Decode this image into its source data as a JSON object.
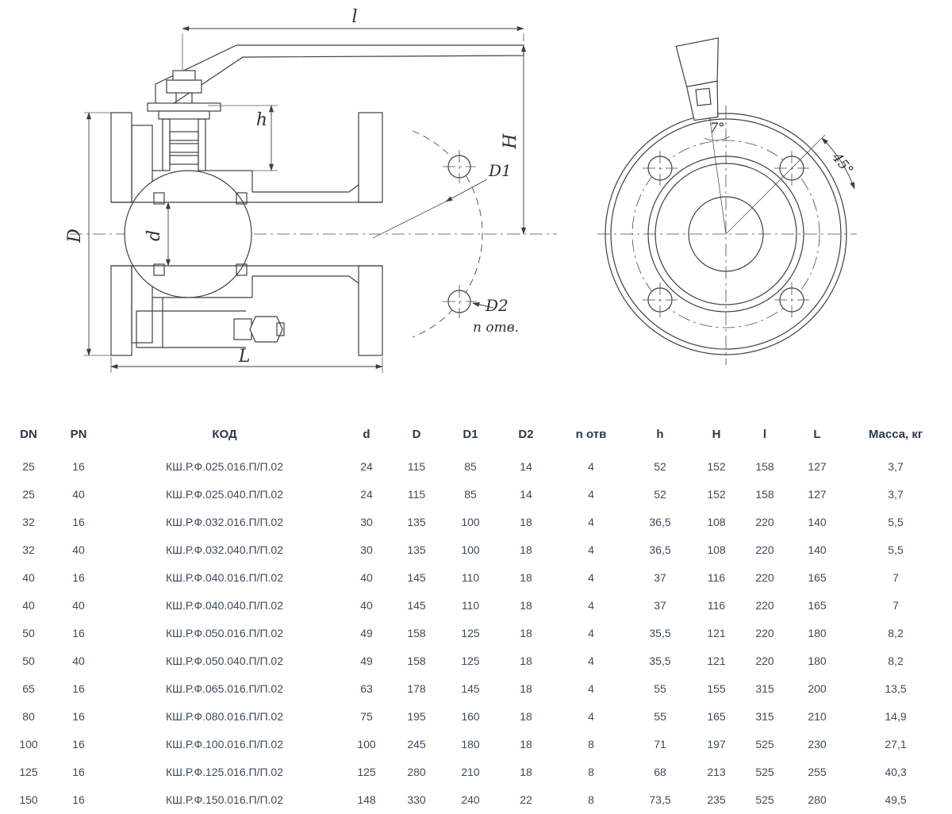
{
  "drawing": {
    "labels": {
      "l": "l",
      "h": "h",
      "H": "H",
      "D": "D",
      "d": "d",
      "D1": "D1",
      "D2": "D2",
      "n_holes": "n отв.",
      "L": "L",
      "angle7": "7°",
      "angle45": "45°"
    }
  },
  "table": {
    "headers": [
      "DN",
      "PN",
      "КОД",
      "d",
      "D",
      "D1",
      "D2",
      "n отв",
      "h",
      "H",
      "l",
      "L",
      "Масса, кг"
    ],
    "rows": [
      [
        "25",
        "16",
        "КШ.Р.Ф.025.016.П/П.02",
        "24",
        "115",
        "85",
        "14",
        "4",
        "52",
        "152",
        "158",
        "127",
        "3,7"
      ],
      [
        "25",
        "40",
        "КШ.Р.Ф.025.040.П/П.02",
        "24",
        "115",
        "85",
        "14",
        "4",
        "52",
        "152",
        "158",
        "127",
        "3,7"
      ],
      [
        "32",
        "16",
        "КШ.Р.Ф.032.016.П/П.02",
        "30",
        "135",
        "100",
        "18",
        "4",
        "36,5",
        "108",
        "220",
        "140",
        "5,5"
      ],
      [
        "32",
        "40",
        "КШ.Р.Ф.032.040.П/П.02",
        "30",
        "135",
        "100",
        "18",
        "4",
        "36,5",
        "108",
        "220",
        "140",
        "5,5"
      ],
      [
        "40",
        "16",
        "КШ.Р.Ф.040.016.П/П.02",
        "40",
        "145",
        "110",
        "18",
        "4",
        "37",
        "116",
        "220",
        "165",
        "7"
      ],
      [
        "40",
        "40",
        "КШ.Р.Ф.040.040.П/П.02",
        "40",
        "145",
        "110",
        "18",
        "4",
        "37",
        "116",
        "220",
        "165",
        "7"
      ],
      [
        "50",
        "16",
        "КШ.Р.Ф.050.016.П/П.02",
        "49",
        "158",
        "125",
        "18",
        "4",
        "35,5",
        "121",
        "220",
        "180",
        "8,2"
      ],
      [
        "50",
        "40",
        "КШ.Р.Ф.050.040.П/П.02",
        "49",
        "158",
        "125",
        "18",
        "4",
        "35,5",
        "121",
        "220",
        "180",
        "8,2"
      ],
      [
        "65",
        "16",
        "КШ.Р.Ф.065.016.П/П.02",
        "63",
        "178",
        "145",
        "18",
        "4",
        "55",
        "155",
        "315",
        "200",
        "13,5"
      ],
      [
        "80",
        "16",
        "КШ.Р.Ф.080.016.П/П.02",
        "75",
        "195",
        "160",
        "18",
        "4",
        "55",
        "165",
        "315",
        "210",
        "14,9"
      ],
      [
        "100",
        "16",
        "КШ.Р.Ф.100.016.П/П.02",
        "100",
        "245",
        "180",
        "18",
        "8",
        "71",
        "197",
        "525",
        "230",
        "27,1"
      ],
      [
        "125",
        "16",
        "КШ.Р.Ф.125.016.П/П.02",
        "125",
        "280",
        "210",
        "18",
        "8",
        "68",
        "213",
        "525",
        "255",
        "40,3"
      ],
      [
        "150",
        "16",
        "КШ.Р.Ф.150.016.П/П.02",
        "148",
        "330",
        "240",
        "22",
        "8",
        "73,5",
        "235",
        "525",
        "280",
        "49,5"
      ]
    ]
  },
  "colors": {
    "line": "#3f3f3f",
    "table_text": "#3d4b5b",
    "header_text": "#2c3a49"
  }
}
